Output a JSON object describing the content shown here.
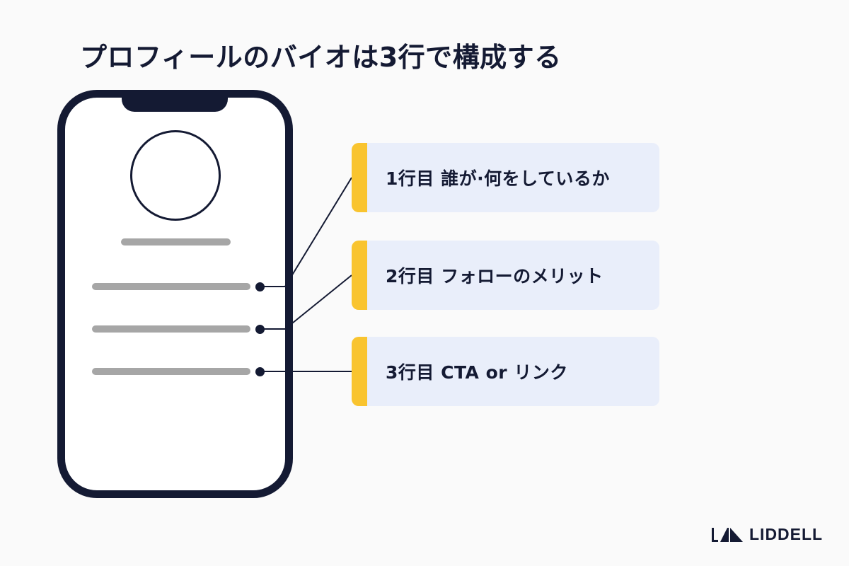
{
  "title": "プロフィールのバイオは3行で構成する",
  "cards": [
    {
      "label": "1行目 誰が·何をしているか"
    },
    {
      "label": "2行目 フォローのメリット"
    },
    {
      "label": "3行目 CTA or リンク"
    }
  ],
  "logo": {
    "text": "LIDDELL",
    "icon": "liddell-logo-mark-icon"
  },
  "colors": {
    "navy": "#141a33",
    "accent_yellow": "#f9c42f",
    "card_bg": "#e9eefa",
    "placeholder_gray": "#a6a6a6"
  }
}
